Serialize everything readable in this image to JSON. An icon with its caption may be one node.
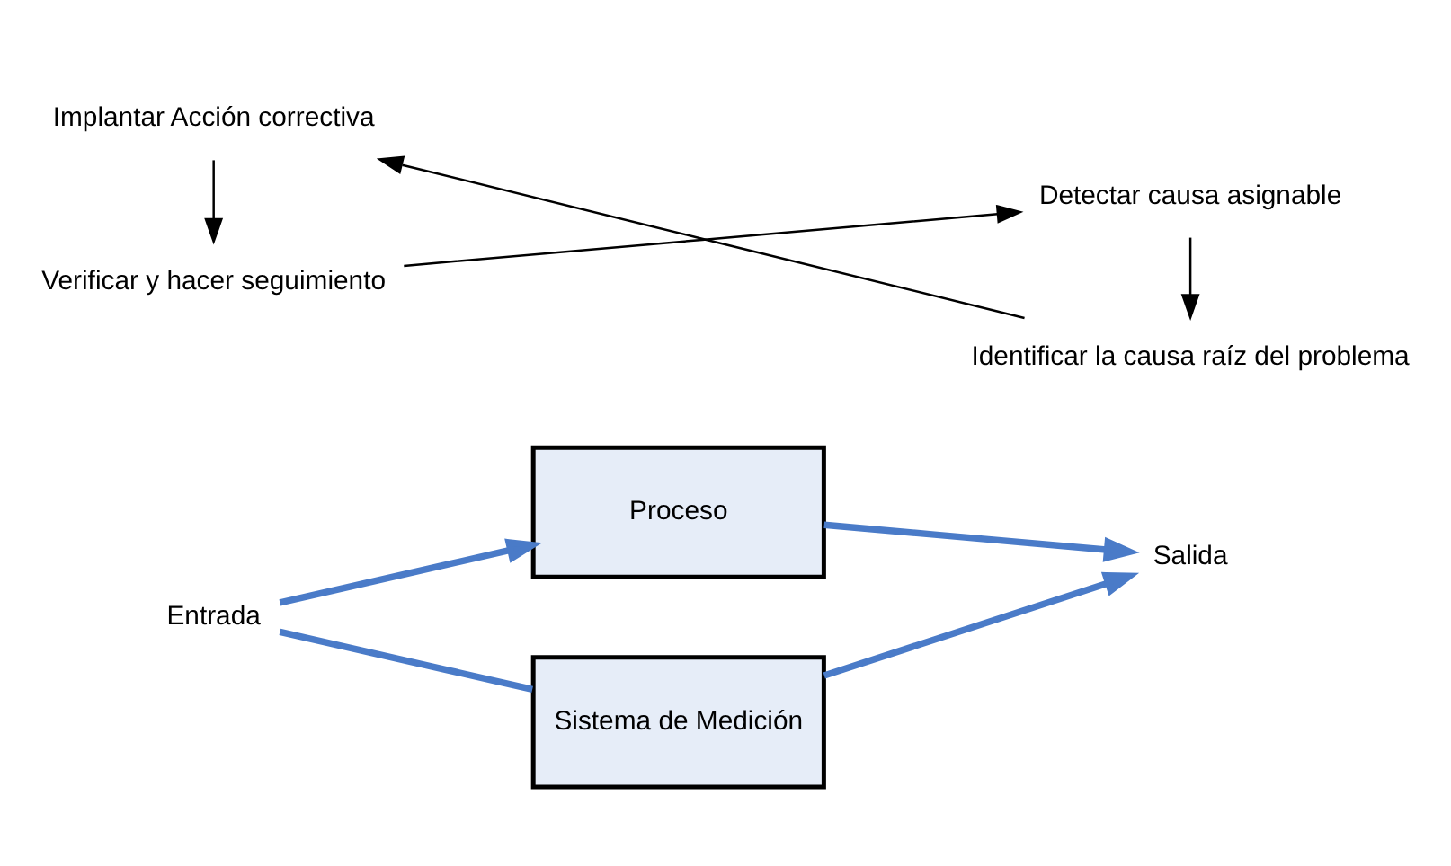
{
  "diagram": {
    "nodes": [
      {
        "text": [
          "Entrada"
        ]
      },
      {
        "text": [
          "Proceso"
        ]
      },
      {
        "text": [
          "Sistema de Medición"
        ]
      },
      {
        "text": [
          "Salida"
        ]
      },
      {
        "text": [
          "Verificar y hacer seguimiento"
        ]
      },
      {
        "text": [
          "Detectar causa asignable"
        ]
      },
      {
        "text": [
          "Identificar la causa raíz del problema"
        ]
      },
      {
        "text": [
          "Implantar Acción correctiva"
        ]
      }
    ],
    "edges": [
      {
        "from": 0,
        "to": 1,
        "arrow": "to",
        "style": "thick",
        "color": "#4a7bc8"
      },
      {
        "from": 0,
        "to": 2,
        "arrow": "none",
        "style": "thick",
        "color": "#4a7bc8"
      },
      {
        "from": 1,
        "to": 3,
        "arrow": "to",
        "style": "thick",
        "color": "#4a7bc8"
      },
      {
        "from": 2,
        "to": 3,
        "arrow": "to",
        "style": "thick",
        "color": "#4a7bc8"
      },
      {
        "from": 4,
        "to": 5,
        "arrow": "to",
        "color": "#000000"
      },
      {
        "from": 5,
        "to": 6,
        "arrow": "to",
        "color": "#000000"
      },
      {
        "from": 6,
        "to": 7,
        "arrow": "to",
        "color": "#000000"
      },
      {
        "from": 7,
        "to": 4,
        "arrow": "to",
        "color": "#000000"
      }
    ]
  }
}
